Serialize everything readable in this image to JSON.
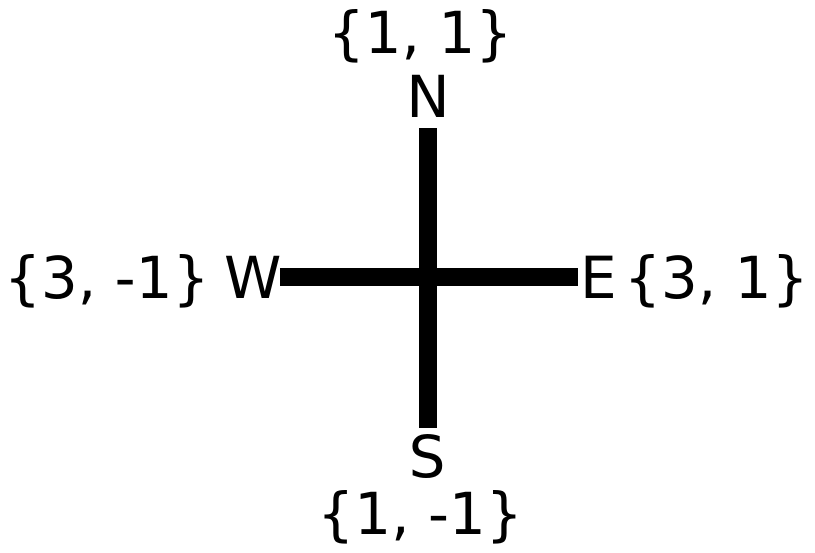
{
  "diagram": {
    "north": {
      "label": "N",
      "coord": "{1, 1}"
    },
    "south": {
      "label": "S",
      "coord": "{1, -1}"
    },
    "west": {
      "label": "W",
      "coord": "{3, -1}"
    },
    "east": {
      "label": "E",
      "coord": "{3, 1}"
    },
    "line_color": "#000000"
  }
}
